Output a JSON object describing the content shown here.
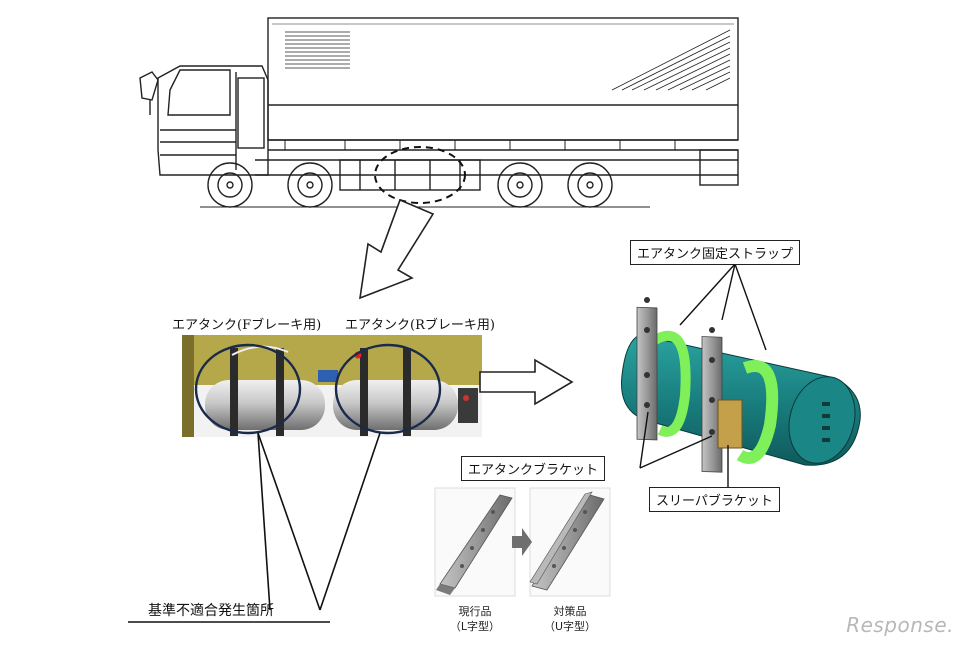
{
  "labels": {
    "tank_f": "エアタンク(Fブレーキ用)",
    "tank_r": "エアタンク(Rブレーキ用)",
    "strap": "エアタンク固定ストラップ",
    "bracket": "エアタンクブラケット",
    "sleeve": "スリーパブラケット",
    "defect_location": "基準不適合発生箇所"
  },
  "parts": {
    "current_name": "現行品",
    "current_type": "（L字型）",
    "new_name": "対策品",
    "new_type": "（U字型）"
  },
  "watermark": "Response.",
  "colors": {
    "tank_teal": "#1f8a8a",
    "strap_green": "#7ff05a",
    "bracket_grey": "#8a8a8a",
    "photo_olive": "#b5a84a"
  }
}
